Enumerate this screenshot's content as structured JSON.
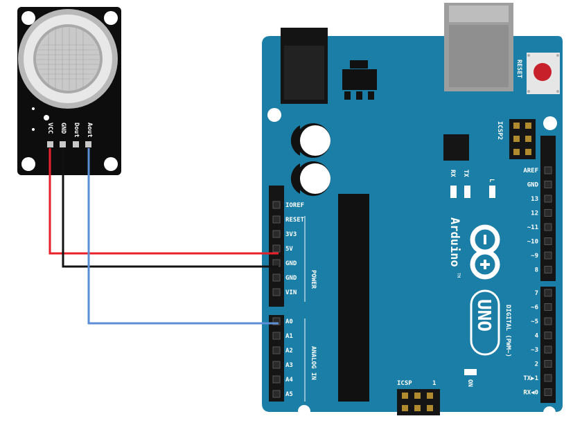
{
  "sensor": {
    "pins": [
      "VCC",
      "GND",
      "Dout",
      "Aout"
    ]
  },
  "board": {
    "reset_label": "RESET",
    "icsp2_label": "ICSP2",
    "icsp_label": "ICSP",
    "icsp_pin1": "1",
    "tx_label": "TX",
    "rx_label": "RX",
    "l_label": "L",
    "on_label": "ON",
    "brand": "Arduino",
    "trademark": "TM",
    "model": "UNO",
    "power_header": "POWER",
    "analog_header": "ANALOG IN",
    "digital_header": "DIGITAL (PWM~)",
    "power_pins": [
      "IOREF",
      "RESET",
      "3V3",
      "5V",
      "GND",
      "GND",
      "VIN"
    ],
    "analog_pins": [
      "A0",
      "A1",
      "A2",
      "A3",
      "A4",
      "A5"
    ],
    "digital_upper": [
      "AREF",
      "GND",
      "13",
      "12",
      "~11",
      "~10",
      "~9",
      "8"
    ],
    "digital_lower": [
      "7",
      "~6",
      "~5",
      "4",
      "~3",
      "2",
      "TX▶1",
      "RX◀0"
    ]
  },
  "wires": [
    {
      "from": "VCC",
      "to": "5V",
      "color": "#e8202a"
    },
    {
      "from": "GND",
      "to": "GND",
      "color": "#111111"
    },
    {
      "from": "Aout",
      "to": "A0",
      "color": "#5b8ed6"
    }
  ],
  "colors": {
    "board": "#1a7ea6",
    "header": "#1a1a1a",
    "sensor_pcb": "#0d0d0d",
    "reset_button": "#c8202a"
  }
}
